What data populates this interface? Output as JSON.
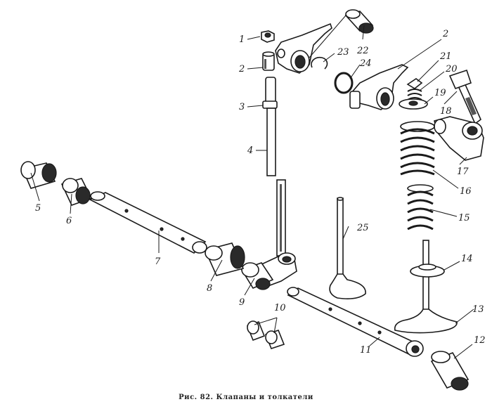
{
  "caption": "Рис. 82. Клапаны и толкатели",
  "labels": {
    "l1": "1",
    "l2a": "2",
    "l2b": "2",
    "l3": "3",
    "l4": "4",
    "l5": "5",
    "l6": "6",
    "l7": "7",
    "l8": "8",
    "l9": "9",
    "l10": "10",
    "l11": "11",
    "l12": "12",
    "l13": "13",
    "l14": "14",
    "l15": "15",
    "l16": "16",
    "l17": "17",
    "l18": "18",
    "l19": "19",
    "l20": "20",
    "l21": "21",
    "l22": "22",
    "l23": "23",
    "l24": "24",
    "l25": "25"
  }
}
